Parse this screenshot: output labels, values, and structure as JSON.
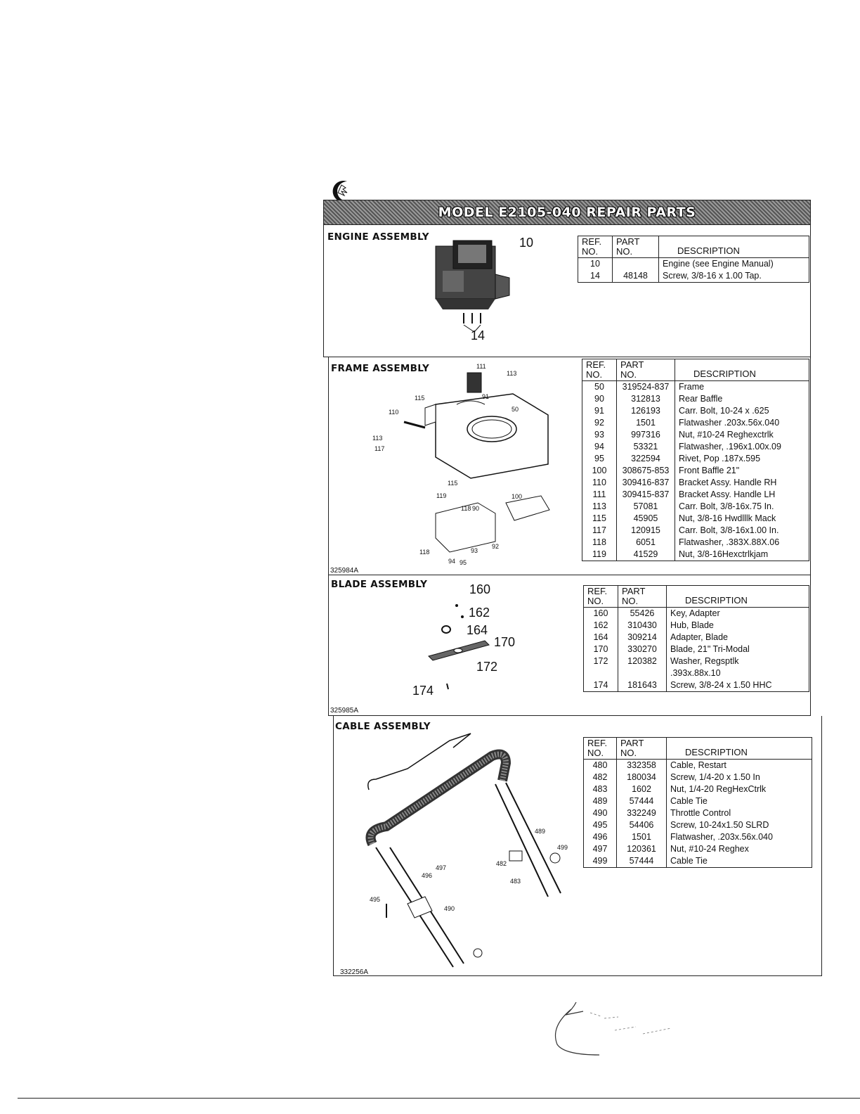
{
  "title": "MODEL E2105-040 REPAIR PARTS",
  "sections": {
    "engine": {
      "title": "ENGINE ASSEMBLY",
      "headers": {
        "ref": "REF.\nNO.",
        "ref1": "REF.",
        "ref2": "NO.",
        "part1": "PART",
        "part2": "NO.",
        "desc": "DESCRIPTION"
      },
      "callouts": [
        "10",
        "14"
      ],
      "rows": [
        {
          "ref": "10",
          "part": "",
          "desc": "Engine (see Engine Manual)"
        },
        {
          "ref": "14",
          "part": "48148",
          "desc": "Screw, 3/8-16 x 1.00 Tap."
        }
      ]
    },
    "frame": {
      "title": "FRAME ASSEMBLY",
      "fig_id": "325984A",
      "headers": {
        "ref1": "REF.",
        "ref2": "NO.",
        "part1": "PART",
        "part2": "NO.",
        "desc": "DESCRIPTION"
      },
      "callouts": [
        "111",
        "113",
        "115",
        "91",
        "50",
        "110",
        "113",
        "117",
        "115",
        "119",
        "100",
        "118",
        "90",
        "92",
        "93",
        "94",
        "95",
        "118"
      ],
      "rows": [
        {
          "ref": "50",
          "part": "319524-837",
          "desc": "Frame"
        },
        {
          "ref": "90",
          "part": "312813",
          "desc": "Rear Baffle"
        },
        {
          "ref": "91",
          "part": "126193",
          "desc": "Carr. Bolt, 10-24 x .625"
        },
        {
          "ref": "92",
          "part": "1501",
          "desc": "Flatwasher .203x.56x.040"
        },
        {
          "ref": "93",
          "part": "997316",
          "desc": "Nut, #10-24 Reghexctrlk"
        },
        {
          "ref": "94",
          "part": "53321",
          "desc": "Flatwasher, .196x1.00x.09"
        },
        {
          "ref": "95",
          "part": "322594",
          "desc": "Rivet, Pop .187x.595"
        },
        {
          "ref": "100",
          "part": "308675-853",
          "desc": "Front Baffle 21\""
        },
        {
          "ref": "110",
          "part": "309416-837",
          "desc": "Bracket Assy. Handle RH"
        },
        {
          "ref": "111",
          "part": "309415-837",
          "desc": "Bracket Assy. Handle LH"
        },
        {
          "ref": "113",
          "part": "57081",
          "desc": "Carr. Bolt, 3/8-16x.75 In."
        },
        {
          "ref": "115",
          "part": "45905",
          "desc": "Nut, 3/8-16 Hwdlllk Mack"
        },
        {
          "ref": "117",
          "part": "120915",
          "desc": "Carr. Bolt, 3/8-16x1.00 In."
        },
        {
          "ref": "118",
          "part": "6051",
          "desc": "Flatwasher, .383X.88X.06"
        },
        {
          "ref": "119",
          "part": "41529",
          "desc": "Nut, 3/8-16Hexctrlkjam"
        }
      ]
    },
    "blade": {
      "title": "BLADE ASSEMBLY",
      "fig_id": "325985A",
      "headers": {
        "ref1": "REF.",
        "ref2": "NO.",
        "part1": "PART",
        "part2": "NO.",
        "desc": "DESCRIPTION"
      },
      "callouts": [
        "160",
        "162",
        "164",
        "170",
        "172",
        "174"
      ],
      "rows": [
        {
          "ref": "160",
          "part": "55426",
          "desc": "Key, Adapter"
        },
        {
          "ref": "162",
          "part": "310430",
          "desc": "Hub, Blade"
        },
        {
          "ref": "164",
          "part": "309214",
          "desc": "Adapter, Blade"
        },
        {
          "ref": "170",
          "part": "330270",
          "desc": "Blade, 21\" Tri-Modal"
        },
        {
          "ref": "172",
          "part": "120382",
          "desc": "Washer, Regsptlk"
        },
        {
          "ref": "",
          "part": "",
          "desc": ".393x.88x.10"
        },
        {
          "ref": "174",
          "part": "181643",
          "desc": "Screw, 3/8-24 x 1.50 HHC"
        }
      ]
    },
    "cable": {
      "title": "CABLE ASSEMBLY",
      "fig_id": "332256A",
      "headers": {
        "ref1": "REF.",
        "ref2": "NO.",
        "part1": "PART",
        "part2": "NO.",
        "desc": "DESCRIPTION"
      },
      "callouts": [
        "482",
        "483",
        "489",
        "490",
        "495",
        "496",
        "497",
        "499"
      ],
      "rows": [
        {
          "ref": "480",
          "part": "332358",
          "desc": "Cable, Restart"
        },
        {
          "ref": "482",
          "part": "180034",
          "desc": "Screw, 1/4-20 x 1.50 In"
        },
        {
          "ref": "483",
          "part": "1602",
          "desc": "Nut, 1/4-20 RegHexCtrlk"
        },
        {
          "ref": "489",
          "part": "57444",
          "desc": "Cable Tie"
        },
        {
          "ref": "490",
          "part": "332249",
          "desc": "Throttle Control"
        },
        {
          "ref": "495",
          "part": "54406",
          "desc": "Screw, 10-24x1.50 SLRD"
        },
        {
          "ref": "496",
          "part": "1501",
          "desc": "Flatwasher, .203x.56x.040"
        },
        {
          "ref": "497",
          "part": "120361",
          "desc": "Nut, #10-24 Reghex"
        },
        {
          "ref": "499",
          "part": "57444",
          "desc": "Cable Tie"
        }
      ]
    }
  }
}
